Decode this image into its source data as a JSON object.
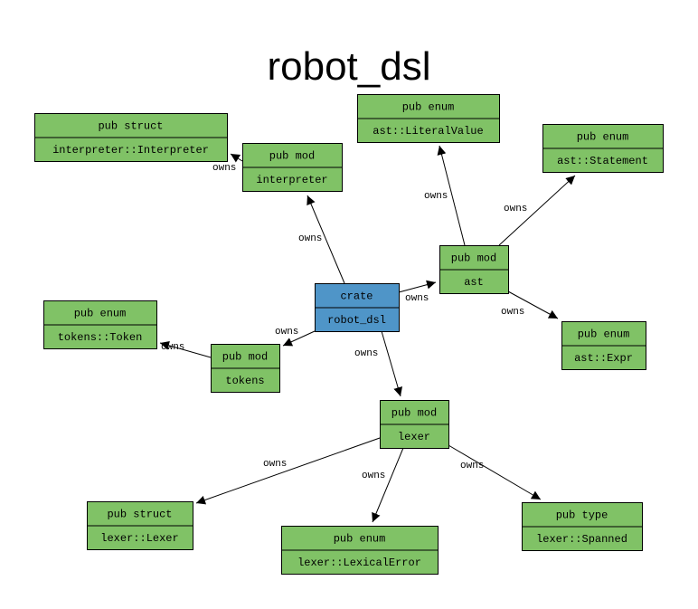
{
  "title": "robot_dsl",
  "colors": {
    "module_fill": "#80c266",
    "crate_fill": "#4f95c8",
    "stroke": "#000000"
  },
  "nodes": [
    {
      "id": "crate",
      "kind": "crate",
      "header": "crate",
      "name": "robot_dsl"
    },
    {
      "id": "interpreter",
      "kind": "module",
      "header": "pub mod",
      "name": "interpreter"
    },
    {
      "id": "interpreter_struct",
      "kind": "module",
      "header": "pub struct",
      "name": "interpreter::Interpreter"
    },
    {
      "id": "ast",
      "kind": "module",
      "header": "pub mod",
      "name": "ast"
    },
    {
      "id": "ast_literal",
      "kind": "module",
      "header": "pub enum",
      "name": "ast::LiteralValue"
    },
    {
      "id": "ast_statement",
      "kind": "module",
      "header": "pub enum",
      "name": "ast::Statement"
    },
    {
      "id": "ast_expr",
      "kind": "module",
      "header": "pub enum",
      "name": "ast::Expr"
    },
    {
      "id": "tokens",
      "kind": "module",
      "header": "pub mod",
      "name": "tokens"
    },
    {
      "id": "tokens_token",
      "kind": "module",
      "header": "pub enum",
      "name": "tokens::Token"
    },
    {
      "id": "lexer",
      "kind": "module",
      "header": "pub mod",
      "name": "lexer"
    },
    {
      "id": "lexer_lexer",
      "kind": "module",
      "header": "pub struct",
      "name": "lexer::Lexer"
    },
    {
      "id": "lexer_error",
      "kind": "module",
      "header": "pub enum",
      "name": "lexer::LexicalError"
    },
    {
      "id": "lexer_spanned",
      "kind": "module",
      "header": "pub type",
      "name": "lexer::Spanned"
    }
  ],
  "edges": [
    {
      "from": "crate",
      "to": "interpreter",
      "label": "owns"
    },
    {
      "from": "crate",
      "to": "ast",
      "label": "owns"
    },
    {
      "from": "crate",
      "to": "tokens",
      "label": "owns"
    },
    {
      "from": "crate",
      "to": "lexer",
      "label": "owns"
    },
    {
      "from": "interpreter",
      "to": "interpreter_struct",
      "label": "owns"
    },
    {
      "from": "ast",
      "to": "ast_literal",
      "label": "owns"
    },
    {
      "from": "ast",
      "to": "ast_statement",
      "label": "owns"
    },
    {
      "from": "ast",
      "to": "ast_expr",
      "label": "owns"
    },
    {
      "from": "tokens",
      "to": "tokens_token",
      "label": "owns"
    },
    {
      "from": "lexer",
      "to": "lexer_lexer",
      "label": "owns"
    },
    {
      "from": "lexer",
      "to": "lexer_error",
      "label": "owns"
    },
    {
      "from": "lexer",
      "to": "lexer_spanned",
      "label": "owns"
    }
  ]
}
